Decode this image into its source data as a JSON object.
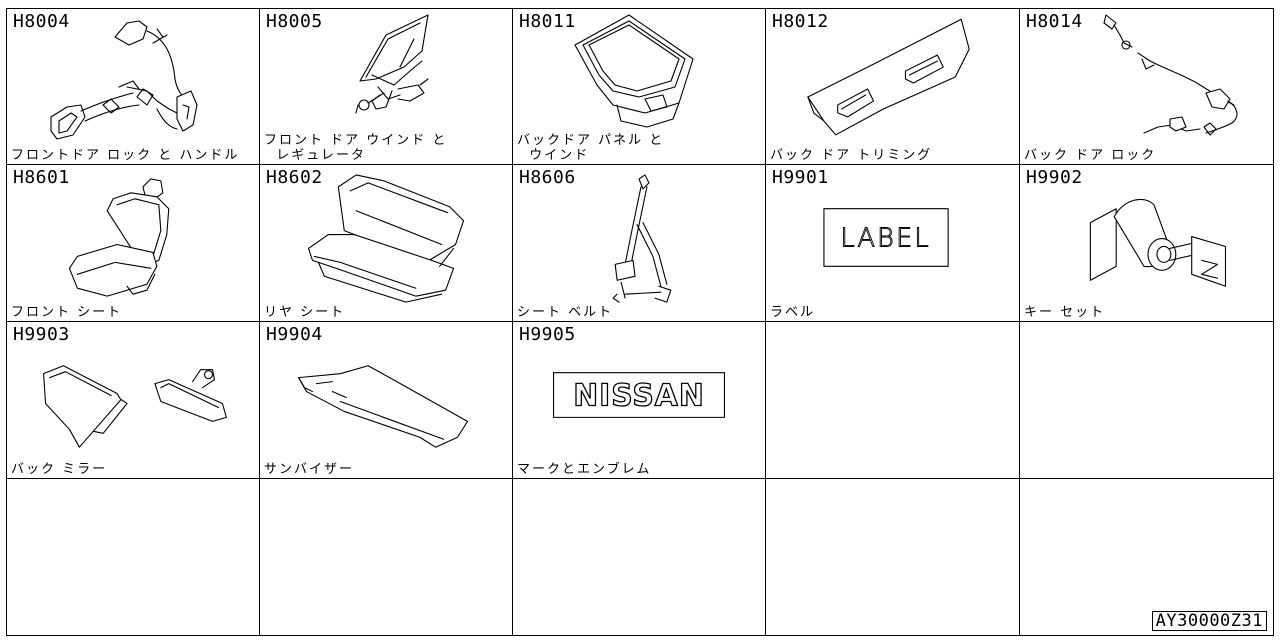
{
  "parts": [
    {
      "code": "H8004",
      "label": "フロントドア ロック と ハンドル"
    },
    {
      "code": "H8005",
      "label": "フロント ドア ウインド と\n  レギュレータ"
    },
    {
      "code": "H8011",
      "label": "バックドア パネル と\n  ウインド"
    },
    {
      "code": "H8012",
      "label": "バック ドア トリミング"
    },
    {
      "code": "H8014",
      "label": "バック ドア ロック"
    },
    {
      "code": "H8601",
      "label": "フロント シート"
    },
    {
      "code": "H8602",
      "label": "リヤ シート"
    },
    {
      "code": "H8606",
      "label": "シート ベルト"
    },
    {
      "code": "H9901",
      "label": "ラベル",
      "illustration_text": "LABEL"
    },
    {
      "code": "H9902",
      "label": "キー セット"
    },
    {
      "code": "H9903",
      "label": "バック ミラー"
    },
    {
      "code": "H9904",
      "label": "サンバイザー"
    },
    {
      "code": "H9905",
      "label": "マークとエンブレム",
      "illustration_text": "NISSAN"
    }
  ],
  "footer": {
    "diagram_code": "AY30000Z31"
  }
}
